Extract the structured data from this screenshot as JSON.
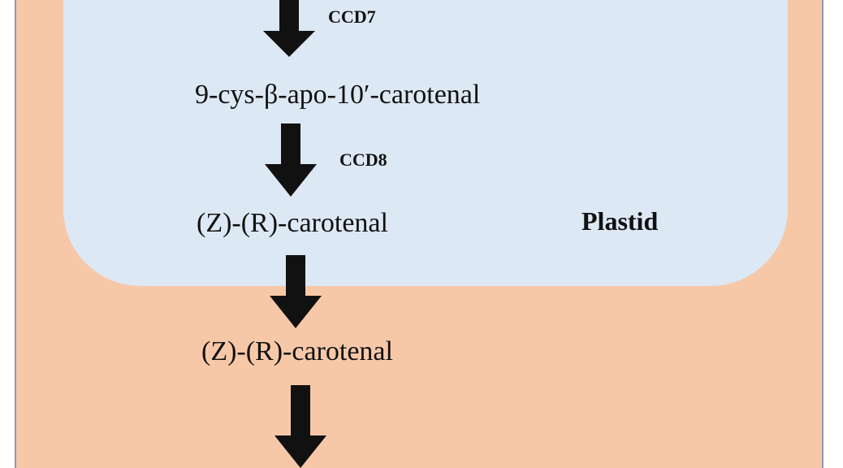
{
  "diagram": {
    "compartment_label": "Plastid",
    "enzymes": [
      "CCD7",
      "CCD8"
    ],
    "compounds": [
      "9-cys-β-apo-10′-carotenal",
      "(Z)-(R)-carotenal",
      "(Z)-(R)-carotenal"
    ],
    "colors": {
      "cytoplasm": "#f7c8a8",
      "plastid": "#dce8f4",
      "arrow": "#111111",
      "border": "#8a9bb4"
    }
  }
}
